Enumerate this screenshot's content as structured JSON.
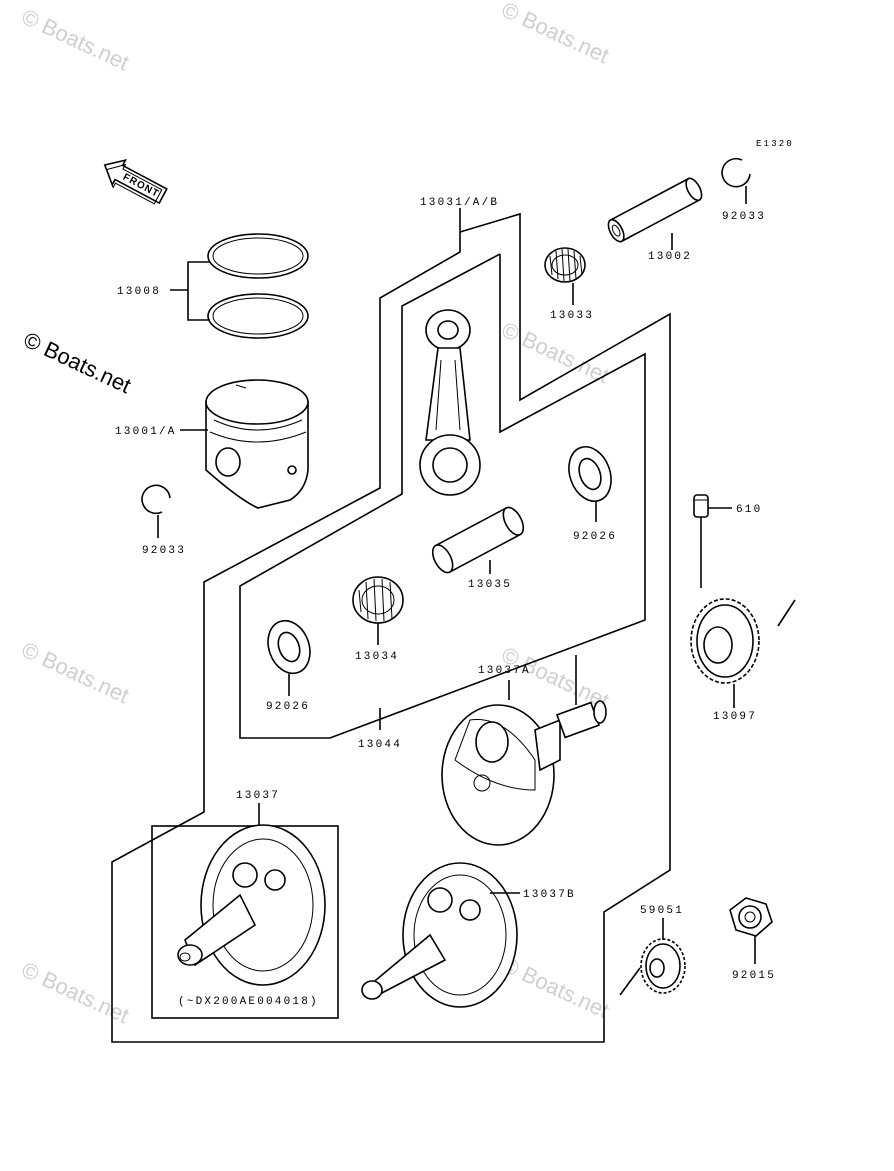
{
  "diagram_code": "E1320",
  "watermark": "© Boats.net",
  "front_arrow_label": "FRONT",
  "note": "(~DX200AE004018)",
  "labels": {
    "p13008": "13008",
    "p13001A": "13001/A",
    "p92033_left": "92033",
    "p92033_right": "92033",
    "p13031AB": "13031/A/B",
    "p13002": "13002",
    "p13033": "13033",
    "p92026_right": "92026",
    "p13035": "13035",
    "p13034": "13034",
    "p92026_left": "92026",
    "p13044": "13044",
    "p13037A": "13037A",
    "p13037": "13037",
    "p13037B": "13037B",
    "p610": "610",
    "p13097": "13097",
    "p59051": "59051",
    "p92015": "92015"
  }
}
